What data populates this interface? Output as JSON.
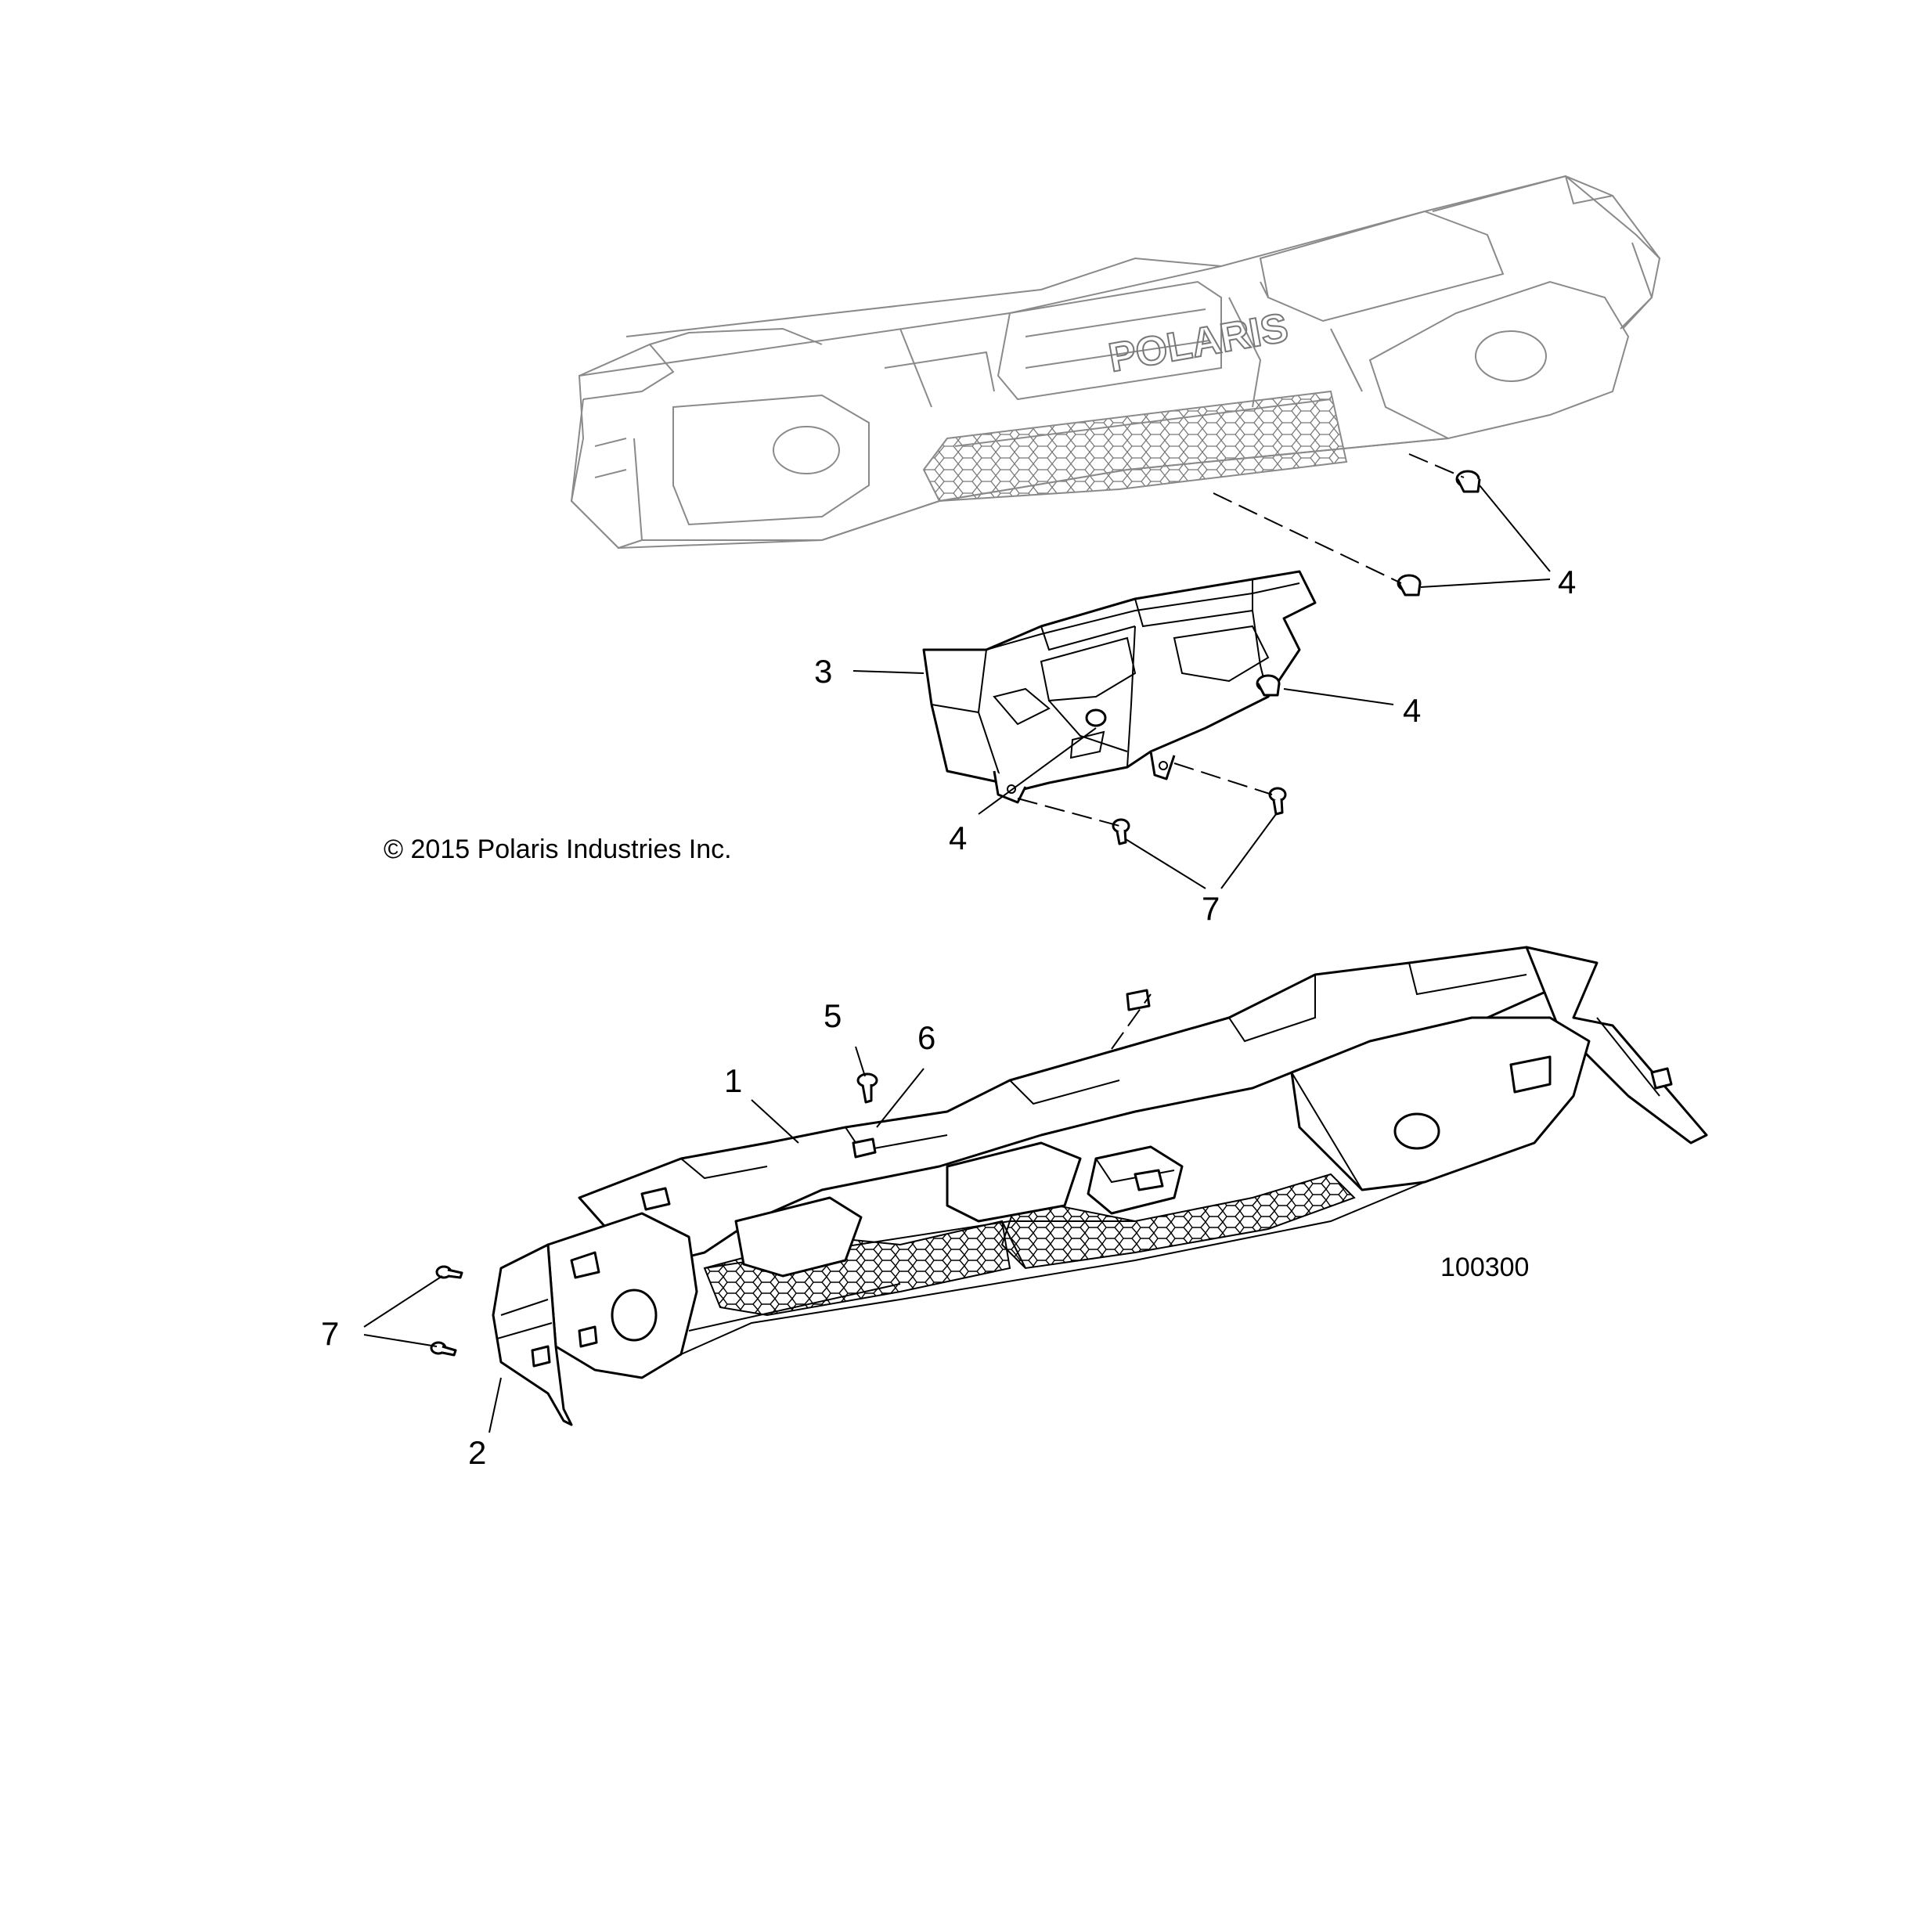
{
  "copyright": "© 2015 Polaris Industries Inc.",
  "figure_number": "100300",
  "brand_text": "POLARIS",
  "callouts": {
    "c1": "1",
    "c2": "2",
    "c3": "3",
    "c4a": "4",
    "c4b": "4",
    "c4c": "4",
    "c5": "5",
    "c6": "6",
    "c7a": "7",
    "c7b": "7"
  }
}
